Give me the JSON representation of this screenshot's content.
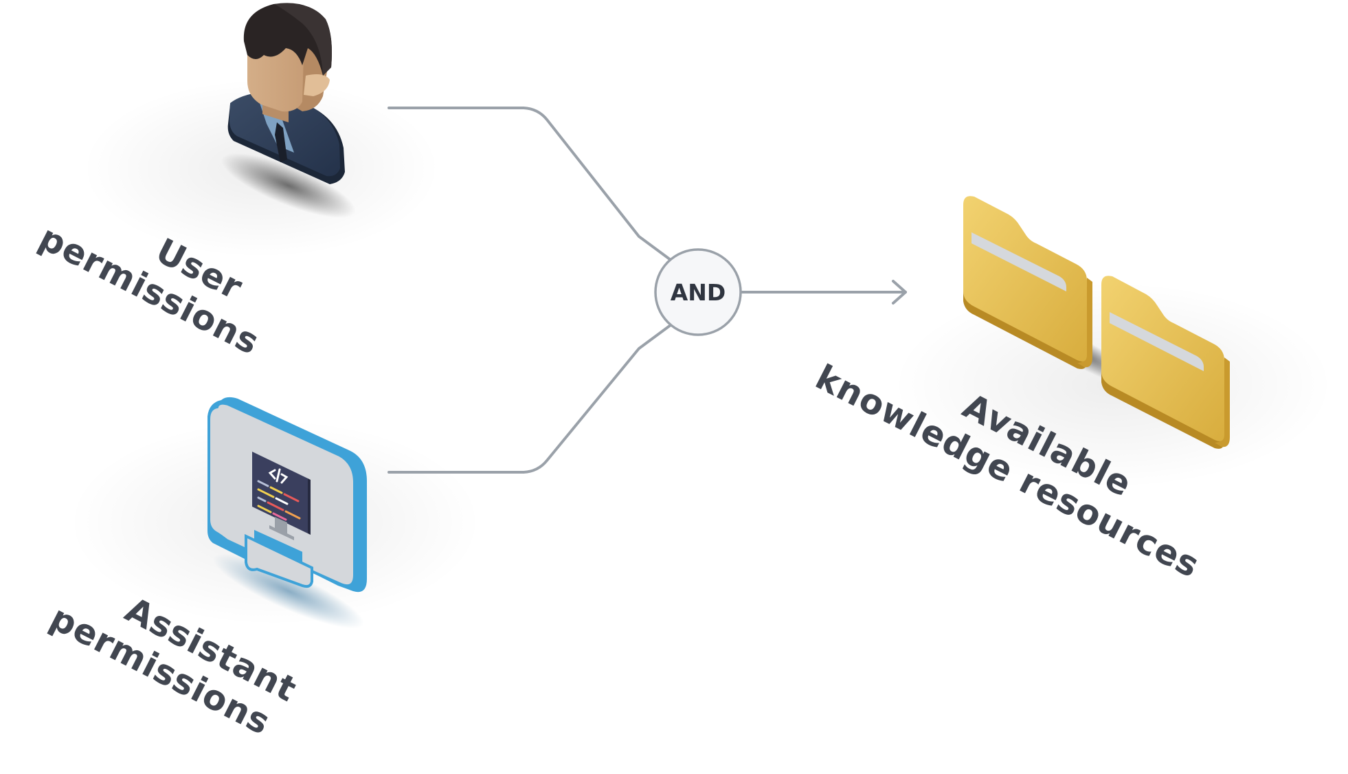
{
  "labels": {
    "user": [
      "User",
      "permissions"
    ],
    "assistant": [
      "Assistant",
      "permissions"
    ],
    "resources": [
      "Available",
      "knowledge resources"
    ]
  },
  "node": {
    "label": "AND"
  },
  "colors": {
    "connector": "#9aa1a9",
    "node_fill": "#f6f7f9",
    "node_stroke": "#9aa1a9",
    "label_text": "#414650",
    "folder": "#e3bd4c",
    "bubble_border": "#3ea2d8",
    "bubble_face": "#d4d7db",
    "monitor": "#3a3f5e"
  },
  "icons": [
    "user-avatar-icon",
    "assistant-bubble-icon",
    "code-icon",
    "folder-icon"
  ]
}
